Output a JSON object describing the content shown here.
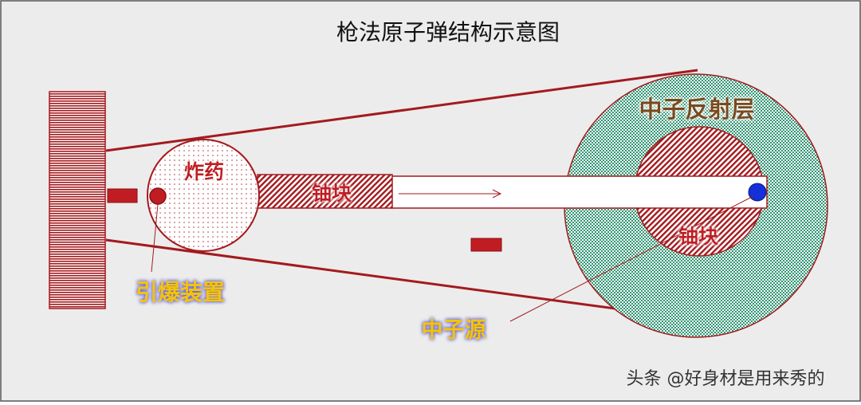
{
  "title": "枪法原子弹结构示意图",
  "labels": {
    "explosive": "炸药",
    "uranium_block_left": "铀块",
    "uranium_block_right": "铀块",
    "neutron_reflector": "中子反射层",
    "detonator": "引爆装置",
    "neutron_source": "中子源"
  },
  "watermark": "头条 @好身材是用来秀的",
  "colors": {
    "background": "#ececec",
    "dark_red": "#a31a1e",
    "red_fill": "#c01d22",
    "reflector_green": "#2e9470",
    "detonator_label": "#f5c400",
    "neutron_label": "#f5c400",
    "neutron_source": "#1530d8",
    "reflector_text": "#7a4a1a"
  }
}
